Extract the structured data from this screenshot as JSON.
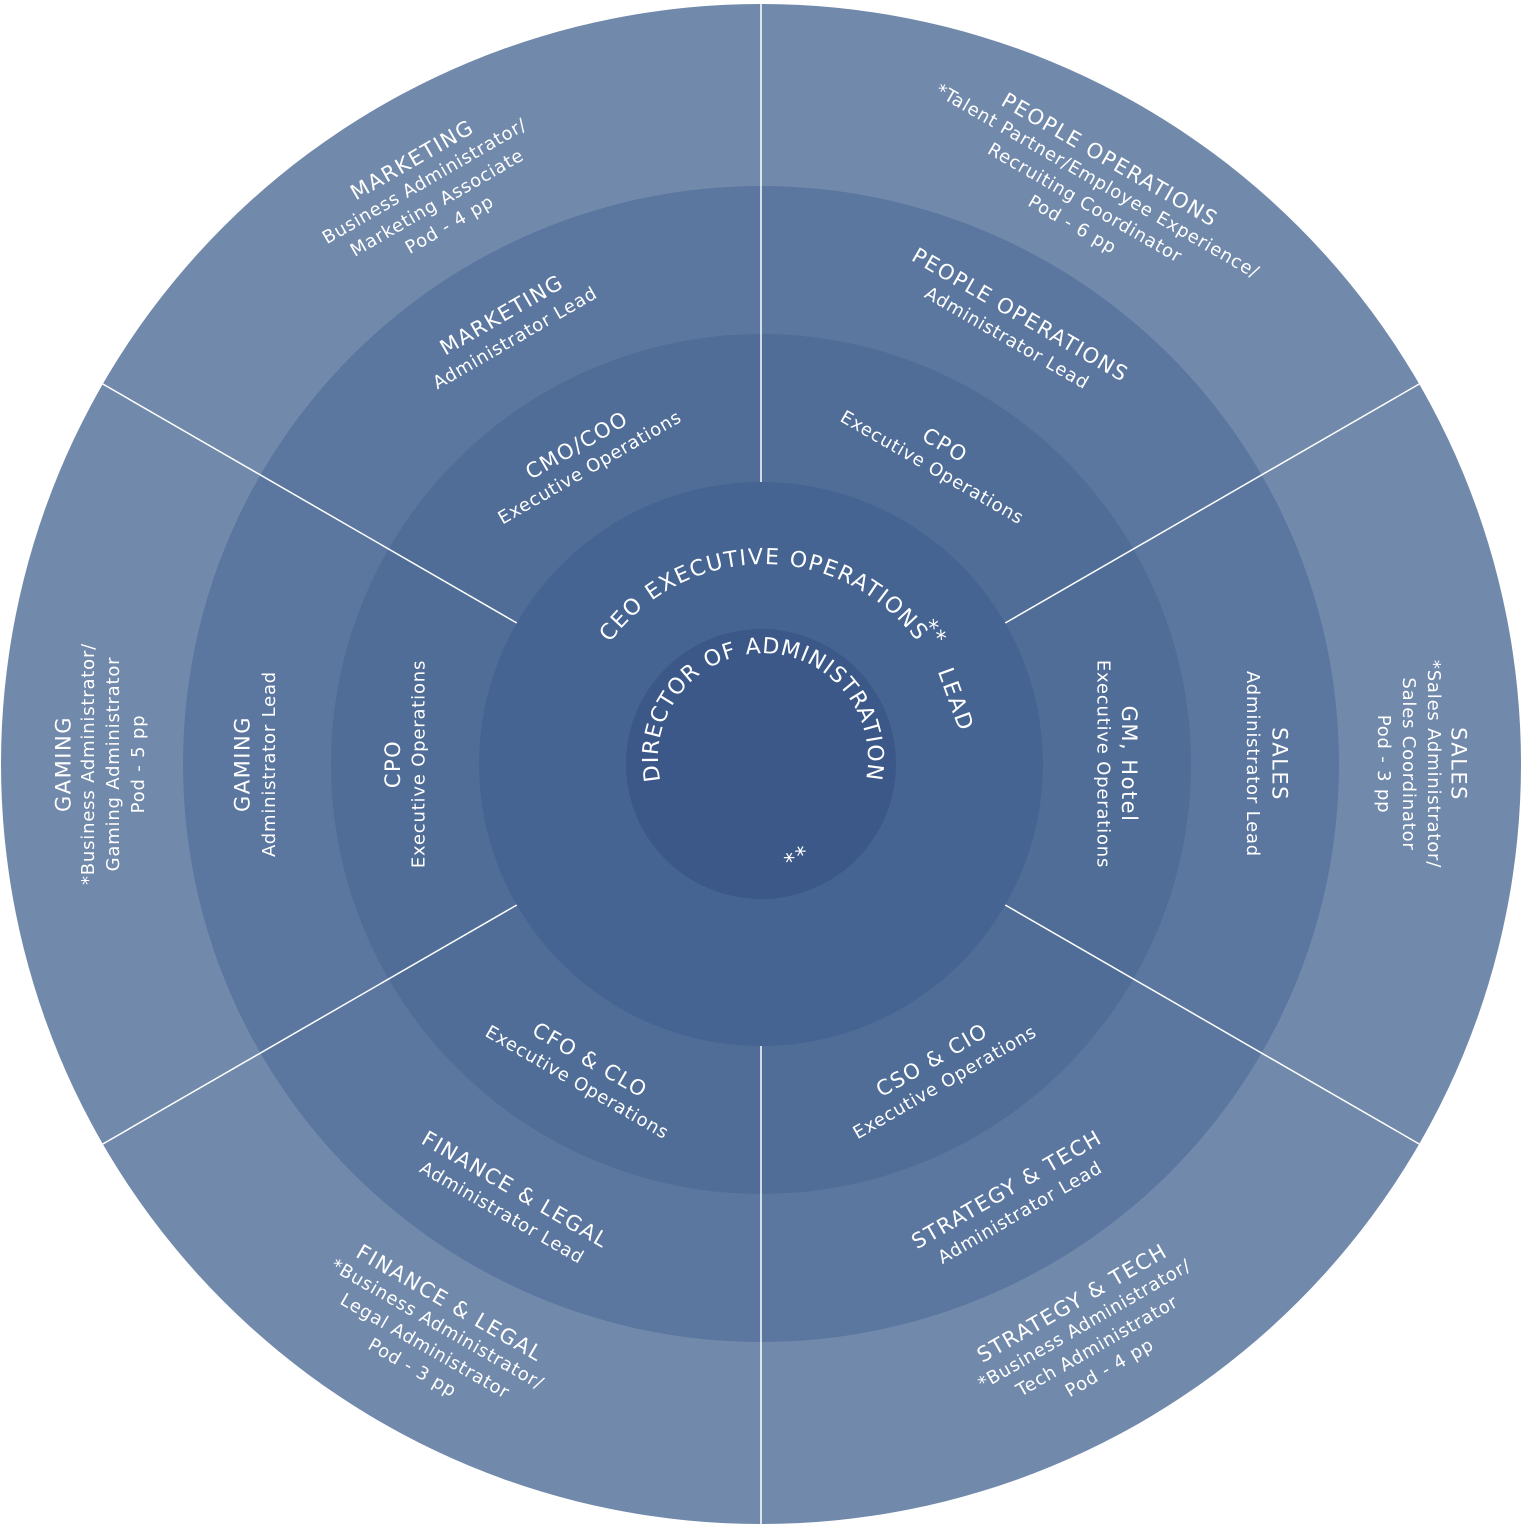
{
  "colors": {
    "ring_outer": "#7189ab",
    "ring_lead": "#5b779f",
    "ring_exec": "#506d97",
    "ring_ceo": "#466491",
    "ring_core": "#3b5888",
    "text": "#ffffff",
    "divider": "#ffffff"
  },
  "center": {
    "title": "DIRECTOR OF ADMINISTRATION",
    "mark": "**"
  },
  "ceo_ring": {
    "title": "CEO EXECUTIVE OPERATIONS",
    "mark": "**",
    "suffix": "LEAD"
  },
  "sectors": [
    {
      "id": "marketing",
      "executive": [
        "CMO/COO",
        "Executive Operations"
      ],
      "lead": [
        "MARKETING",
        "Administrator Lead"
      ],
      "pod": [
        "MARKETING",
        "Business Administrator/",
        "Marketing Associate",
        "Pod - 4 pp"
      ]
    },
    {
      "id": "people-operations",
      "executive": [
        "CPO",
        "Executive Operations"
      ],
      "lead": [
        "PEOPLE OPERATIONS",
        "Administrator Lead"
      ],
      "pod": [
        "PEOPLE OPERATIONS",
        "*Talent Partner/Employee Experience/",
        "Recruiting Coordinator",
        "Pod - 6 pp"
      ]
    },
    {
      "id": "sales",
      "executive": [
        "GM, Hotel",
        "Executive Operations"
      ],
      "lead": [
        "SALES",
        "Administrator Lead"
      ],
      "pod": [
        "SALES",
        "*Sales Administrator/",
        "Sales Coordinator",
        "Pod - 3 pp"
      ]
    },
    {
      "id": "strategy-tech",
      "executive": [
        "CSO & CIO",
        "Executive Operations"
      ],
      "lead": [
        "STRATEGY & TECH",
        "Administrator Lead"
      ],
      "pod": [
        "STRATEGY & TECH",
        "*Business Administrator/",
        "Tech Administrator",
        "Pod - 4 pp"
      ]
    },
    {
      "id": "finance-legal",
      "executive": [
        "CFO & CLO",
        "Executive Operations"
      ],
      "lead": [
        "FINANCE & LEGAL",
        "Administrator Lead"
      ],
      "pod": [
        "FINANCE & LEGAL",
        "*Business Administrator/",
        "Legal Administrator",
        "Pod - 3 pp"
      ]
    },
    {
      "id": "gaming",
      "executive": [
        "CPO",
        "Executive Operations"
      ],
      "lead": [
        "GAMING",
        "Administrator Lead"
      ],
      "pod": [
        "GAMING",
        "*Business Administrator/",
        "Gaming Administrator",
        "Pod - 5 pp"
      ]
    }
  ]
}
